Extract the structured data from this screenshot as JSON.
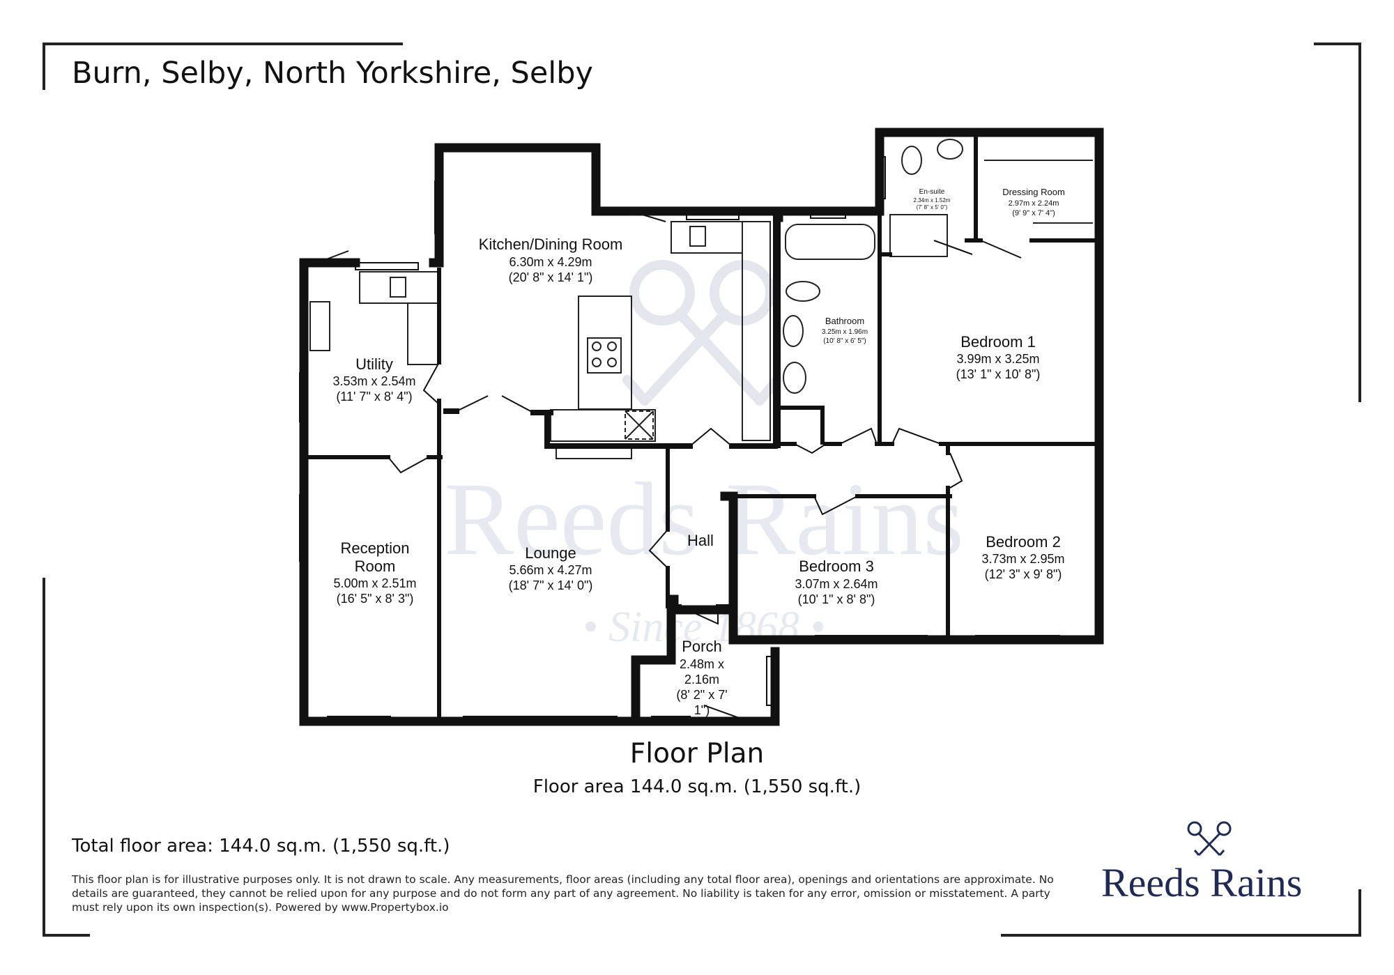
{
  "address": "Burn, Selby, North Yorkshire, Selby",
  "rooms": [
    {
      "id": "kitchen",
      "name": "Kitchen/Dining Room",
      "metric": "6.30m x 4.29m",
      "imperial": "(20' 8\" x 14' 1\")"
    },
    {
      "id": "utility",
      "name": "Utility",
      "metric": "3.53m x 2.54m",
      "imperial": "(11' 7\" x 8' 4\")"
    },
    {
      "id": "ensuite",
      "name": "En-suite",
      "metric": "2.34m x 1.52m",
      "imperial": "(7' 8\" x 5' 0\")"
    },
    {
      "id": "dressing",
      "name": "Dressing Room",
      "metric": "2.97m x 2.24m",
      "imperial": "(9' 9\" x 7' 4\")"
    },
    {
      "id": "bathroom",
      "name": "Bathroom",
      "metric": "3.25m x 1.96m",
      "imperial": "(10' 8\" x 6' 5\")"
    },
    {
      "id": "bedroom1",
      "name": "Bedroom 1",
      "metric": "3.99m x 3.25m",
      "imperial": "(13' 1\" x 10' 8\")"
    },
    {
      "id": "reception",
      "name": [
        "Reception",
        "Room"
      ],
      "metric": "5.00m x 2.51m",
      "imperial": "(16' 5\" x 8' 3\")"
    },
    {
      "id": "lounge",
      "name": "Lounge",
      "metric": "5.66m x 4.27m",
      "imperial": "(18' 7\" x 14' 0\")"
    },
    {
      "id": "hall",
      "name": "Hall"
    },
    {
      "id": "bedroom3",
      "name": "Bedroom 3",
      "metric": "3.07m x 2.64m",
      "imperial": "(10' 1\" x 8' 8\")"
    },
    {
      "id": "bedroom2",
      "name": "Bedroom 2",
      "metric": "3.73m x 2.95m",
      "imperial": "(12' 3\" x 9' 8\")"
    },
    {
      "id": "porch",
      "name": "Porch",
      "lines": [
        "2.48m x",
        "2.16m",
        "(8' 2\" x 7'",
        "1\")"
      ]
    }
  ],
  "watermark": {
    "name": "Reeds Rains",
    "since": "• Since 1868 •"
  },
  "plan_title": "Floor Plan",
  "plan_area": "Floor area 144.0 sq.m. (1,550 sq.ft.)",
  "total_area": "Total floor area: 144.0 sq.m. (1,550 sq.ft.)",
  "disclaimer": "This floor plan is for illustrative purposes only. It is not drawn to scale. Any measurements, floor areas (including any total floor area), openings and orientations are approximate. No details are guaranteed, they cannot be relied upon for any purpose and do not form any part of any agreement. No liability is taken for any error, omission or misstatement. A party must rely upon its own inspection(s). Powered by www.Propertybox.io",
  "brand": {
    "name": "Reeds Rains",
    "logo_icon": "crossed-keys-icon"
  },
  "colors": {
    "wall": "#111111",
    "brand_navy": "#1f2a55",
    "watermark": "#e7e9f1"
  }
}
